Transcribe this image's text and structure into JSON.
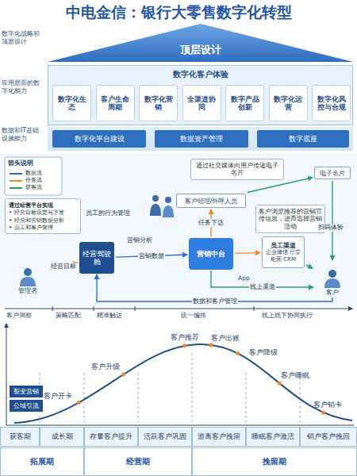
{
  "diagram": {
    "title": "中电金信：银行大零售数字化转型",
    "nodes": [
      {
        "text": [
          "顶层设计"
        ]
      },
      {
        "text": [
          "数字化客户体验"
        ]
      },
      {
        "text": [
          "数字化生态"
        ],
        "in": 1
      },
      {
        "text": [
          "客户生命周期"
        ],
        "in": 1
      },
      {
        "text": [
          "数字化营销"
        ],
        "in": 1
      },
      {
        "text": [
          "全渠道协同"
        ],
        "in": 1
      },
      {
        "text": [
          "数字产品创新"
        ],
        "in": 1
      },
      {
        "text": [
          "数字化运营"
        ],
        "in": 1
      },
      {
        "text": [
          "数字化风控与合规"
        ],
        "in": 1
      },
      {
        "text": [
          "数字化平台建设"
        ]
      },
      {
        "text": [
          "数据资产管理"
        ]
      },
      {
        "text": [
          "数字底座"
        ]
      },
      {
        "text": [
          "通过经营平台实现",
          "• 经营目标设定与下发",
          "• 经营和营销数据分析",
          "• 员工和客户管理"
        ]
      },
      {
        "text": [
          "管理者"
        ]
      },
      {
        "text": [
          "经营驾驶舱"
        ]
      },
      {
        "text": [
          "营销中台"
        ]
      },
      {
        "text": [
          "客户经理/外呼人员"
        ]
      },
      {
        "text": [
          "通过社交媒体向用户传递电子名片"
        ]
      },
      {
        "text": [
          "电子名片"
        ]
      },
      {
        "text": [
          "客户浏览推荐的营销宣传信息，进而选择营销活动"
        ]
      },
      {
        "text": [
          "员工渠道",
          "企业微信 厅堂 柜面 CRM"
        ]
      },
      {
        "text": [
          "客户"
        ]
      },
      {
        "text": [
          "裂变营销"
        ]
      },
      {
        "text": [
          "公域引流"
        ]
      },
      {
        "text": [
          "获客期"
        ]
      },
      {
        "text": [
          "成长期"
        ]
      },
      {
        "text": [
          "存量客户提升"
        ]
      },
      {
        "text": [
          "活跃客户巩固"
        ]
      },
      {
        "text": [
          "游离客户挽留"
        ]
      },
      {
        "text": [
          "睡眠客户激活"
        ]
      },
      {
        "text": [
          "销户客户挽回"
        ]
      },
      {
        "text": [
          "拓展期"
        ]
      },
      {
        "text": [
          "经营期"
        ]
      },
      {
        "text": [
          "挽留期"
        ]
      }
    ],
    "edges": [
      {
        "from": 13,
        "to": 14,
        "label": "经营目标",
        "arrow": "to"
      },
      {
        "from": 14,
        "to": 15,
        "label": "营销数据",
        "arrow": "to"
      },
      {
        "from": 15,
        "to": 16,
        "label": "任务下达",
        "arrow": "to"
      },
      {
        "from": 16,
        "to": 18,
        "arrow": "to"
      },
      {
        "from": 18,
        "to": 21,
        "arrow": "to"
      },
      {
        "from": 15,
        "to": 20,
        "arrow": "to"
      },
      {
        "from": 20,
        "to": 21,
        "arrow": "to"
      },
      {
        "from": 15,
        "to": 21,
        "label": "线上渠道",
        "arrow": "to"
      },
      {
        "from": 21,
        "to": 14,
        "label": "数据和客户管理",
        "arrow": "to"
      }
    ],
    "labels": [
      "数字化战略和顶层设计",
      "应用层面的数字化能力",
      "数据和IT基础设施能力",
      "箭头说明",
      "员工的行为管理",
      "营销分析",
      "扫码体验",
      "App",
      "客户洞察",
      "策略匹配",
      "精准触达",
      "统一编排",
      "线上线下协同执行",
      "客户开卡",
      "客户升级",
      "客户推荐",
      "客户出账",
      "客户降级",
      "客户睡眠",
      "客户销卡"
    ],
    "legend": [
      {
        "text": "数据流",
        "color": "#2b6fd6"
      },
      {
        "text": "任务流",
        "color": "#f08a24"
      },
      {
        "text": "获客流",
        "color": "#2aa36b"
      }
    ]
  }
}
